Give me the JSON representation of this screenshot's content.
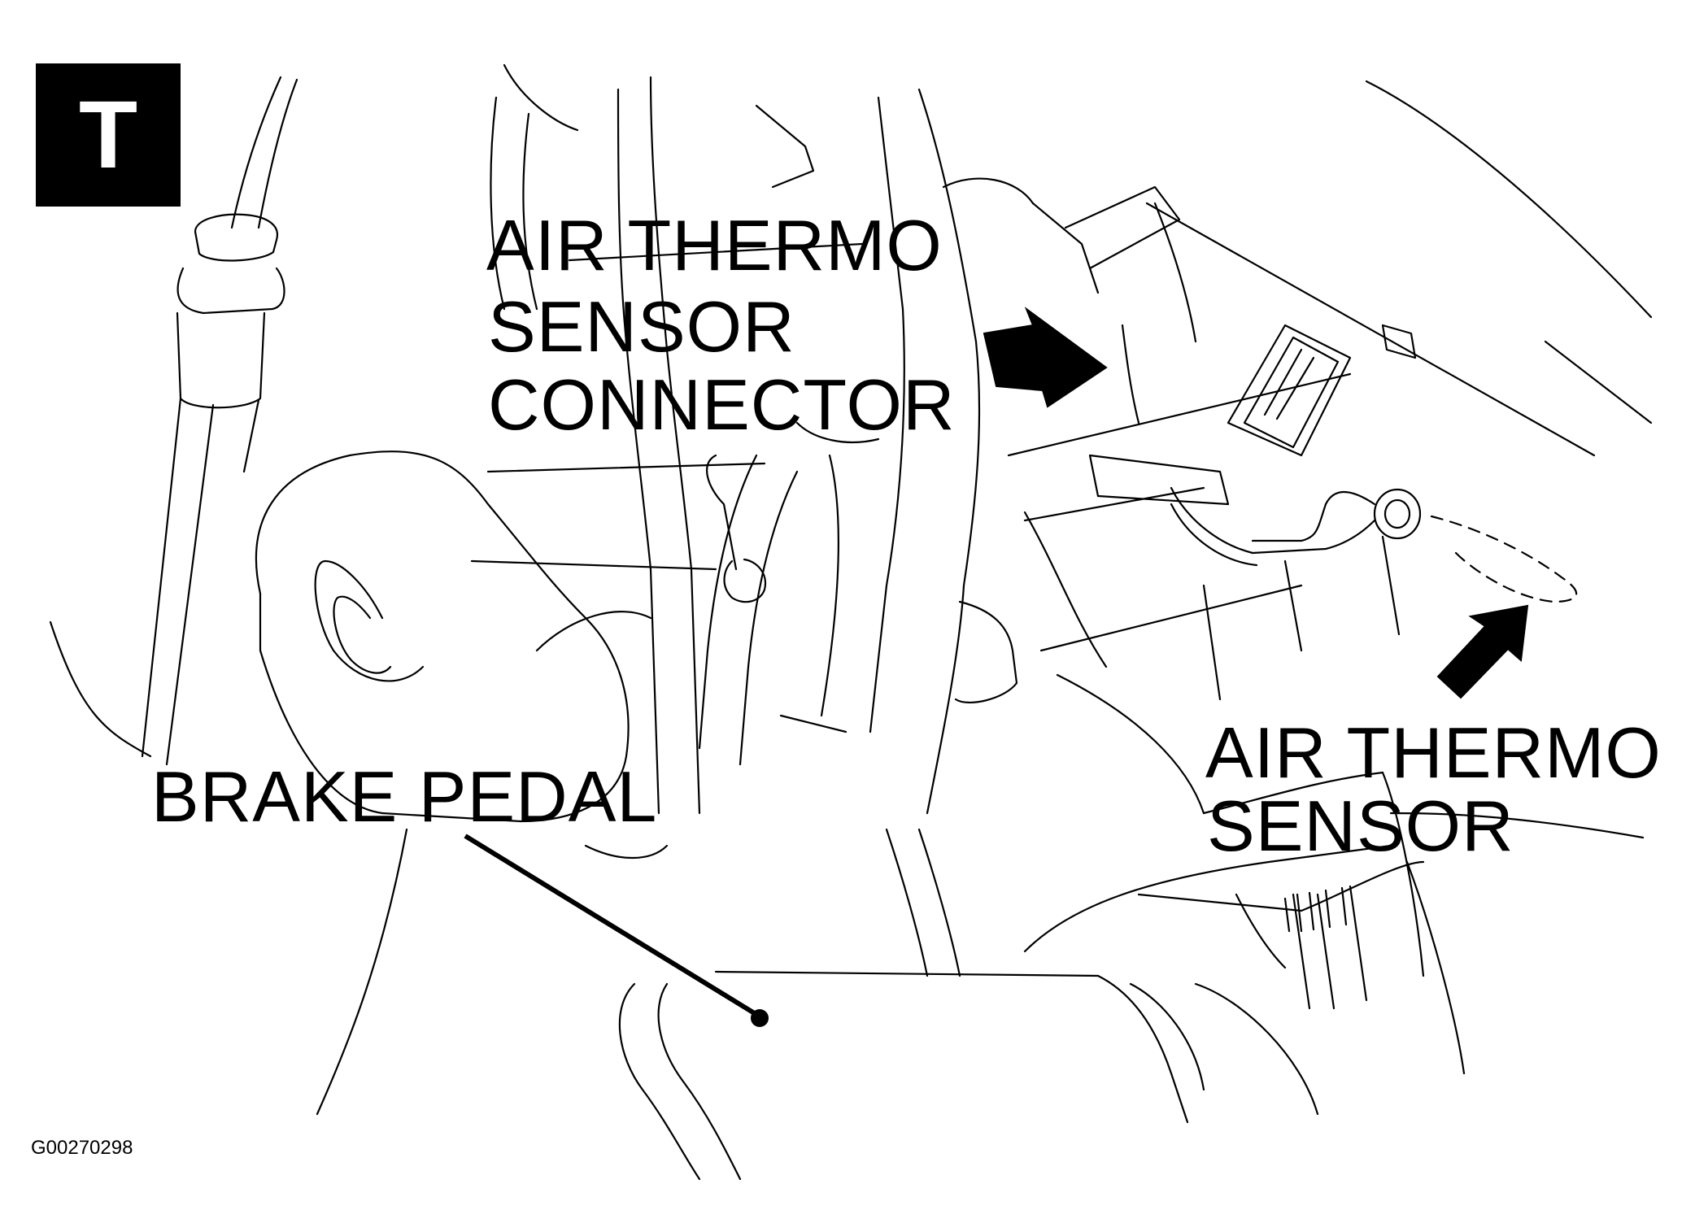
{
  "badge": {
    "letter": "T"
  },
  "labels": {
    "connector_line1": "AIR THERMO",
    "connector_line2": "SENSOR",
    "connector_line3": "CONNECTOR",
    "sensor_line1": "AIR THERMO",
    "sensor_line2": "SENSOR",
    "brake_pedal": "BRAKE PEDAL"
  },
  "figure_id": "G00270298"
}
